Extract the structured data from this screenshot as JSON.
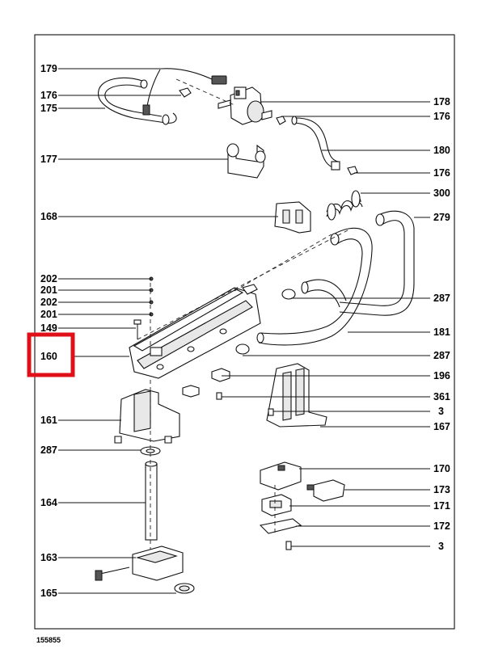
{
  "diagram": {
    "document_number": "155855",
    "highlight_color": "#e0101a",
    "highlighted_label": "160",
    "labels_left": [
      "179",
      "176",
      "175",
      "177",
      "168",
      "202",
      "201",
      "202",
      "201",
      "149",
      "160",
      "161",
      "287",
      "164",
      "163",
      "165"
    ],
    "labels_right": [
      "178",
      "176",
      "180",
      "176",
      "300",
      "279",
      "287",
      "181",
      "287",
      "196",
      "361",
      "3",
      "167",
      "170",
      "173",
      "171",
      "172",
      "3"
    ]
  }
}
